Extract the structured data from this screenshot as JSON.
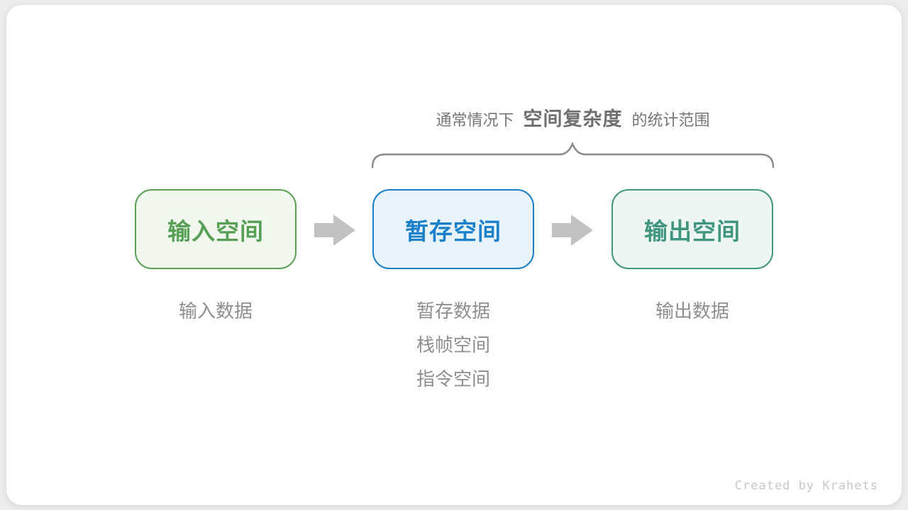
{
  "annotation": {
    "prefix": "通常情况下",
    "highlight": "空间复杂度",
    "suffix": "的统计范围"
  },
  "boxes": [
    {
      "label": "输入空间",
      "theme": "green"
    },
    {
      "label": "暂存空间",
      "theme": "blue"
    },
    {
      "label": "输出空间",
      "theme": "teal"
    }
  ],
  "notes": [
    [
      "输入数据"
    ],
    [
      "暂存数据",
      "栈帧空间",
      "指令空间"
    ],
    [
      "输出数据"
    ]
  ],
  "credit": "Created by Krahets",
  "colors": {
    "page_bg": "#ededed",
    "card_bg": "#ffffff",
    "green_border": "#5ba155",
    "green_bg": "#f2f8f0",
    "green_text": "#55a054",
    "blue_border": "#1b80ca",
    "blue_bg": "#e8f3fb",
    "blue_text": "#1b80ca",
    "teal_border": "#429680",
    "teal_bg": "#edf6f2",
    "teal_text": "#3f957e",
    "arrow_gray": "#c2c2c2",
    "brace_gray": "#8a8a8a",
    "annotation_text": "#757575",
    "annotation_bold": "#6f6f6f",
    "note_text": "#8e8e8e",
    "credit_text": "#c8c8c8"
  }
}
